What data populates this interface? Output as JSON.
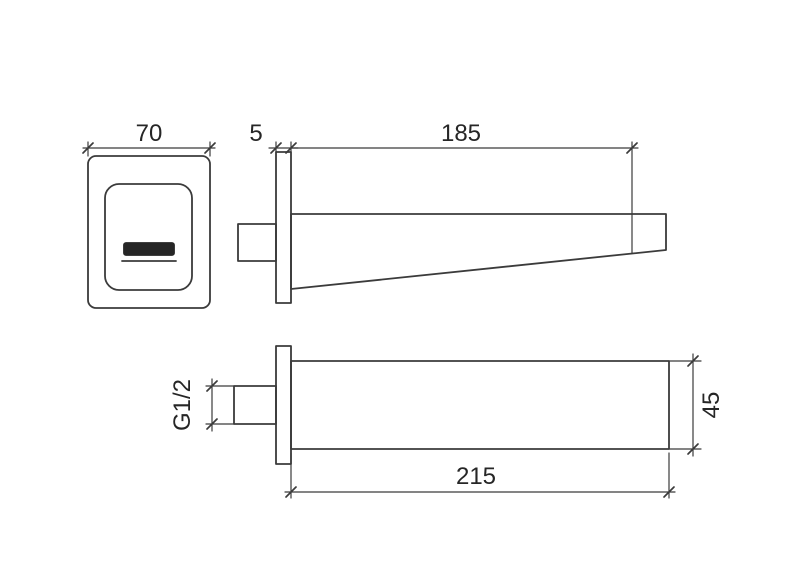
{
  "front_view": {
    "dim_width": "70"
  },
  "side_view": {
    "dim_plate_thickness": "5",
    "dim_projection": "185"
  },
  "bottom_view": {
    "dim_thread": "G1/2",
    "dim_height": "45",
    "dim_length": "215"
  }
}
